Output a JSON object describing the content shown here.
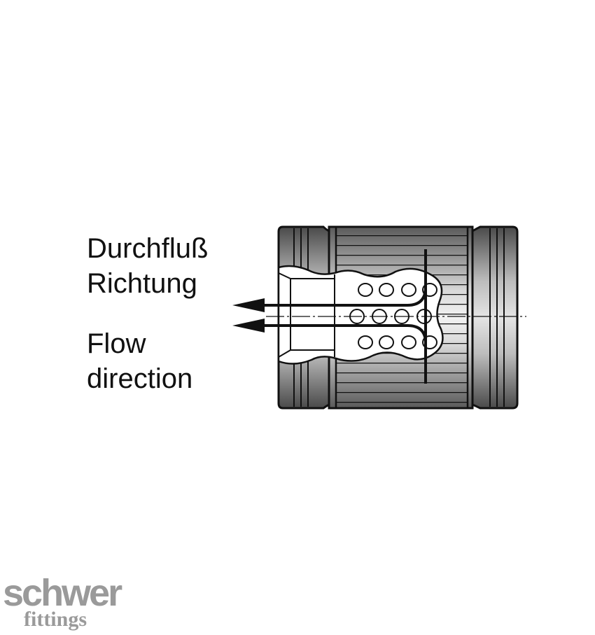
{
  "labels": {
    "de_line1": "Durchfluß",
    "de_line2": "Richtung",
    "en_line1": "Flow",
    "en_line2": "direction"
  },
  "logo": {
    "main": "schwer",
    "sub": "fittings"
  },
  "colors": {
    "outline": "#111111",
    "body_light": "#cfcfcf",
    "body_dark": "#6e6e6e",
    "cutaway": "#ffffff",
    "logo": "#9a9a9a"
  }
}
